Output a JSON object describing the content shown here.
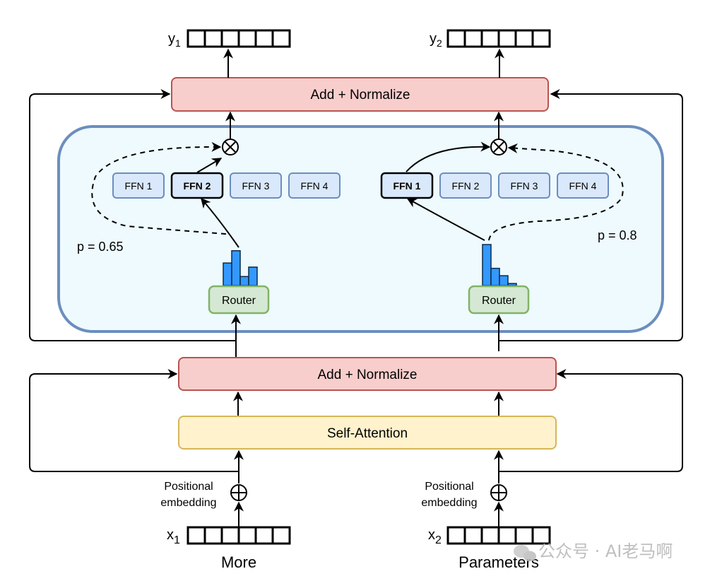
{
  "diagram": {
    "outputs": [
      {
        "label": "y",
        "subscript": "1"
      },
      {
        "label": "y",
        "subscript": "2"
      }
    ],
    "inputs": [
      {
        "label": "x",
        "subscript": "1",
        "word": "More"
      },
      {
        "label": "x",
        "subscript": "2",
        "word": "Parameters"
      }
    ],
    "vector_cells": 6,
    "top_add_normalize": "Add + Normalize",
    "bottom_add_normalize": "Add + Normalize",
    "self_attention": "Self-Attention",
    "positional_embedding_line1": "Positional",
    "positional_embedding_line2": "embedding",
    "moe_left": {
      "experts": [
        "FFN 1",
        "FFN 2",
        "FFN 3",
        "FFN 4"
      ],
      "selected_index": 1,
      "router_label": "Router",
      "probability_label": "p = 0.65",
      "router_distribution": [
        0.55,
        0.85,
        0.22,
        0.45
      ]
    },
    "moe_right": {
      "experts": [
        "FFN 1",
        "FFN 2",
        "FFN 3",
        "FFN 4"
      ],
      "selected_index": 0,
      "router_label": "Router",
      "probability_label": "p = 0.8",
      "router_distribution": [
        1.0,
        0.42,
        0.24,
        0.05
      ]
    },
    "watermark": "公众号 · AI老马啊"
  },
  "colors": {
    "add_normalize_fill": "#f8cecc",
    "add_normalize_stroke": "#b85450",
    "self_attention_fill": "#fff2cc",
    "self_attention_stroke": "#d6b656",
    "moe_fill": "#eefafd",
    "moe_stroke": "#6c8ebf",
    "ffn_fill": "#dae8fc",
    "ffn_stroke": "#6c8ebf",
    "router_fill": "#d5e8d4",
    "router_stroke": "#82b366",
    "histogram_bar": "#3399ff"
  }
}
